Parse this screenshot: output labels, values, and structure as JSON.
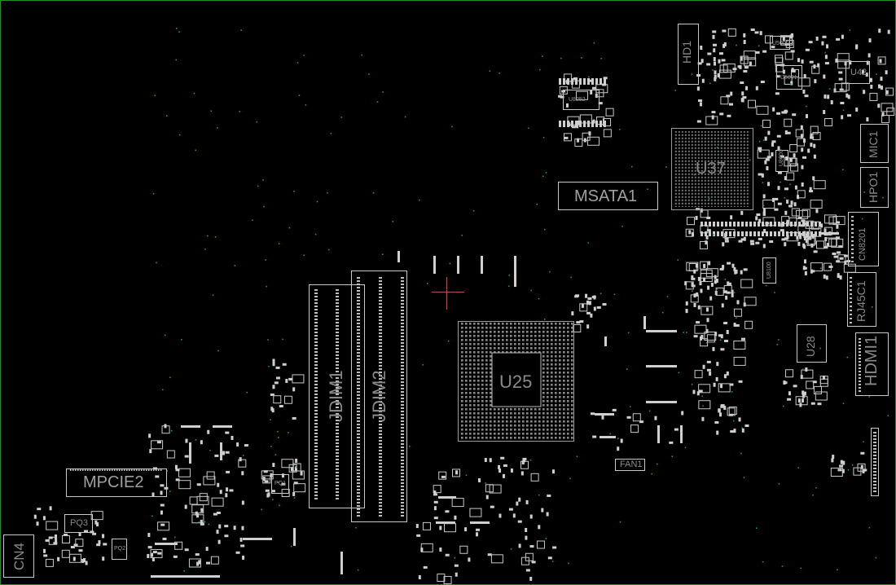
{
  "board": {
    "background": "#000000",
    "frame_color": "#1f8f1f",
    "outline_color": "#c8c8c8",
    "label_color": "#8a8a8a",
    "via_color": "#1f8f7a",
    "cursor_color": "#b0505a"
  },
  "labels": {
    "hd1": "HD1",
    "u8252": "U8252",
    "u37": "U37",
    "msata1": "MSATA1",
    "u5000": "U5000",
    "u5801": "U5801",
    "u42": "U42",
    "mic1": "MIC1",
    "hpo1": "HPO1",
    "cn8201": "CN8201",
    "rj45c1": "RJ45C1",
    "u28": "U28",
    "hdmi1": "HDMI1",
    "jdim1": "JDIM1",
    "jdim2": "JDIM2",
    "u25": "U25",
    "fan1": "FAN1",
    "mpcie2": "MPCIE2",
    "pq3": "PQ3",
    "pq2": "PQ2",
    "pq1": "PQ1",
    "cn4": "CN4",
    "u8000": "U8000",
    "u8100": "U8100"
  }
}
